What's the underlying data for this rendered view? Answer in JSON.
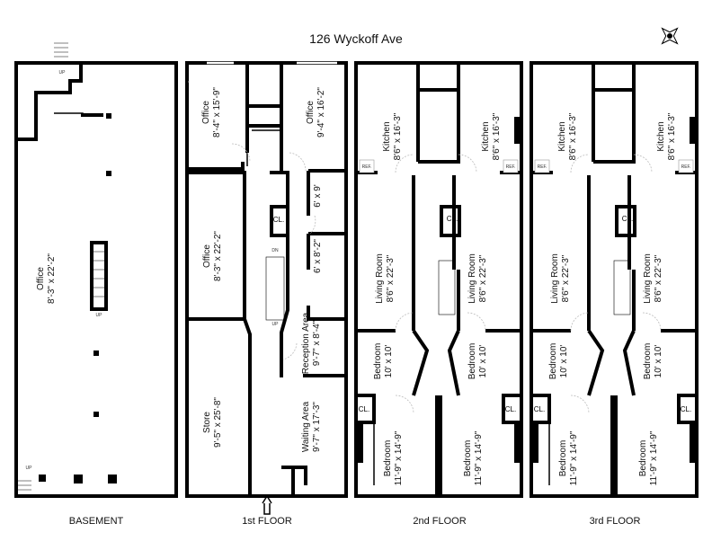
{
  "title": "126 Wyckoff Ave",
  "compass_icon": "compass-rose-icon",
  "floors": [
    {
      "label": "BASEMENT"
    },
    {
      "label": "1st FLOOR"
    },
    {
      "label": "2nd FLOOR"
    },
    {
      "label": "3rd FLOOR"
    }
  ],
  "rooms": [
    {
      "floor": "BASEMENT",
      "name": "Office",
      "size": "8'-3\" x 22'-2\""
    },
    {
      "floor": "1st FLOOR",
      "name": "Office",
      "size": "8'-4\" x 15'-9\""
    },
    {
      "floor": "1st FLOOR",
      "name": "Office",
      "size": "9'-4\" x 16'-2\""
    },
    {
      "floor": "1st FLOOR",
      "name": "Office",
      "size": "8'-3\" x 22'-2\""
    },
    {
      "floor": "1st FLOOR",
      "name": "",
      "size": "6' x 9'"
    },
    {
      "floor": "1st FLOOR",
      "name": "",
      "size": "6' x 8'-2\""
    },
    {
      "floor": "1st FLOOR",
      "name": "Reception Area",
      "size": "9'-7\" x 8'-4\""
    },
    {
      "floor": "1st FLOOR",
      "name": "Store",
      "size": "9'-5\" x 25'-8\""
    },
    {
      "floor": "1st FLOOR",
      "name": "Waiting Area",
      "size": "9'-7\" x 17'-3\""
    },
    {
      "floor": "2nd FLOOR",
      "name": "Kitchen",
      "size": "8'6\" x 16'-3\""
    },
    {
      "floor": "2nd FLOOR",
      "name": "Kitchen",
      "size": "8'6\" x 16'-3\""
    },
    {
      "floor": "2nd FLOOR",
      "name": "Living Room",
      "size": "8'6\" x 22'-3\""
    },
    {
      "floor": "2nd FLOOR",
      "name": "Living Room",
      "size": "8'6\" x 22'-3\""
    },
    {
      "floor": "2nd FLOOR",
      "name": "Bedroom",
      "size": "10' x 10'"
    },
    {
      "floor": "2nd FLOOR",
      "name": "Bedroom",
      "size": "10' x 10'"
    },
    {
      "floor": "2nd FLOOR",
      "name": "Bedroom",
      "size": "11'-9\" x 14'-9\""
    },
    {
      "floor": "2nd FLOOR",
      "name": "Bedroom",
      "size": "11'-9\" x 14'-9\""
    },
    {
      "floor": "3rd FLOOR",
      "name": "Kitchen",
      "size": "8'6\" x 16'-3\""
    },
    {
      "floor": "3rd FLOOR",
      "name": "Kitchen",
      "size": "8'6\" x 16'-3\""
    },
    {
      "floor": "3rd FLOOR",
      "name": "Living Room",
      "size": "8'6\" x 22'-3\""
    },
    {
      "floor": "3rd FLOOR",
      "name": "Living Room",
      "size": "8'6\" x 22'-3\""
    },
    {
      "floor": "3rd FLOOR",
      "name": "Bedroom",
      "size": "10' x 10'"
    },
    {
      "floor": "3rd FLOOR",
      "name": "Bedroom",
      "size": "10' x 10'"
    },
    {
      "floor": "3rd FLOOR",
      "name": "Bedroom",
      "size": "11'-9\" x 14'-9\""
    },
    {
      "floor": "3rd FLOOR",
      "name": "Bedroom",
      "size": "11'-9\" x 14'-9\""
    }
  ],
  "closet_label": "CL.",
  "fridge_label": "REF.",
  "stair_up": "UP",
  "stair_down": "DN"
}
